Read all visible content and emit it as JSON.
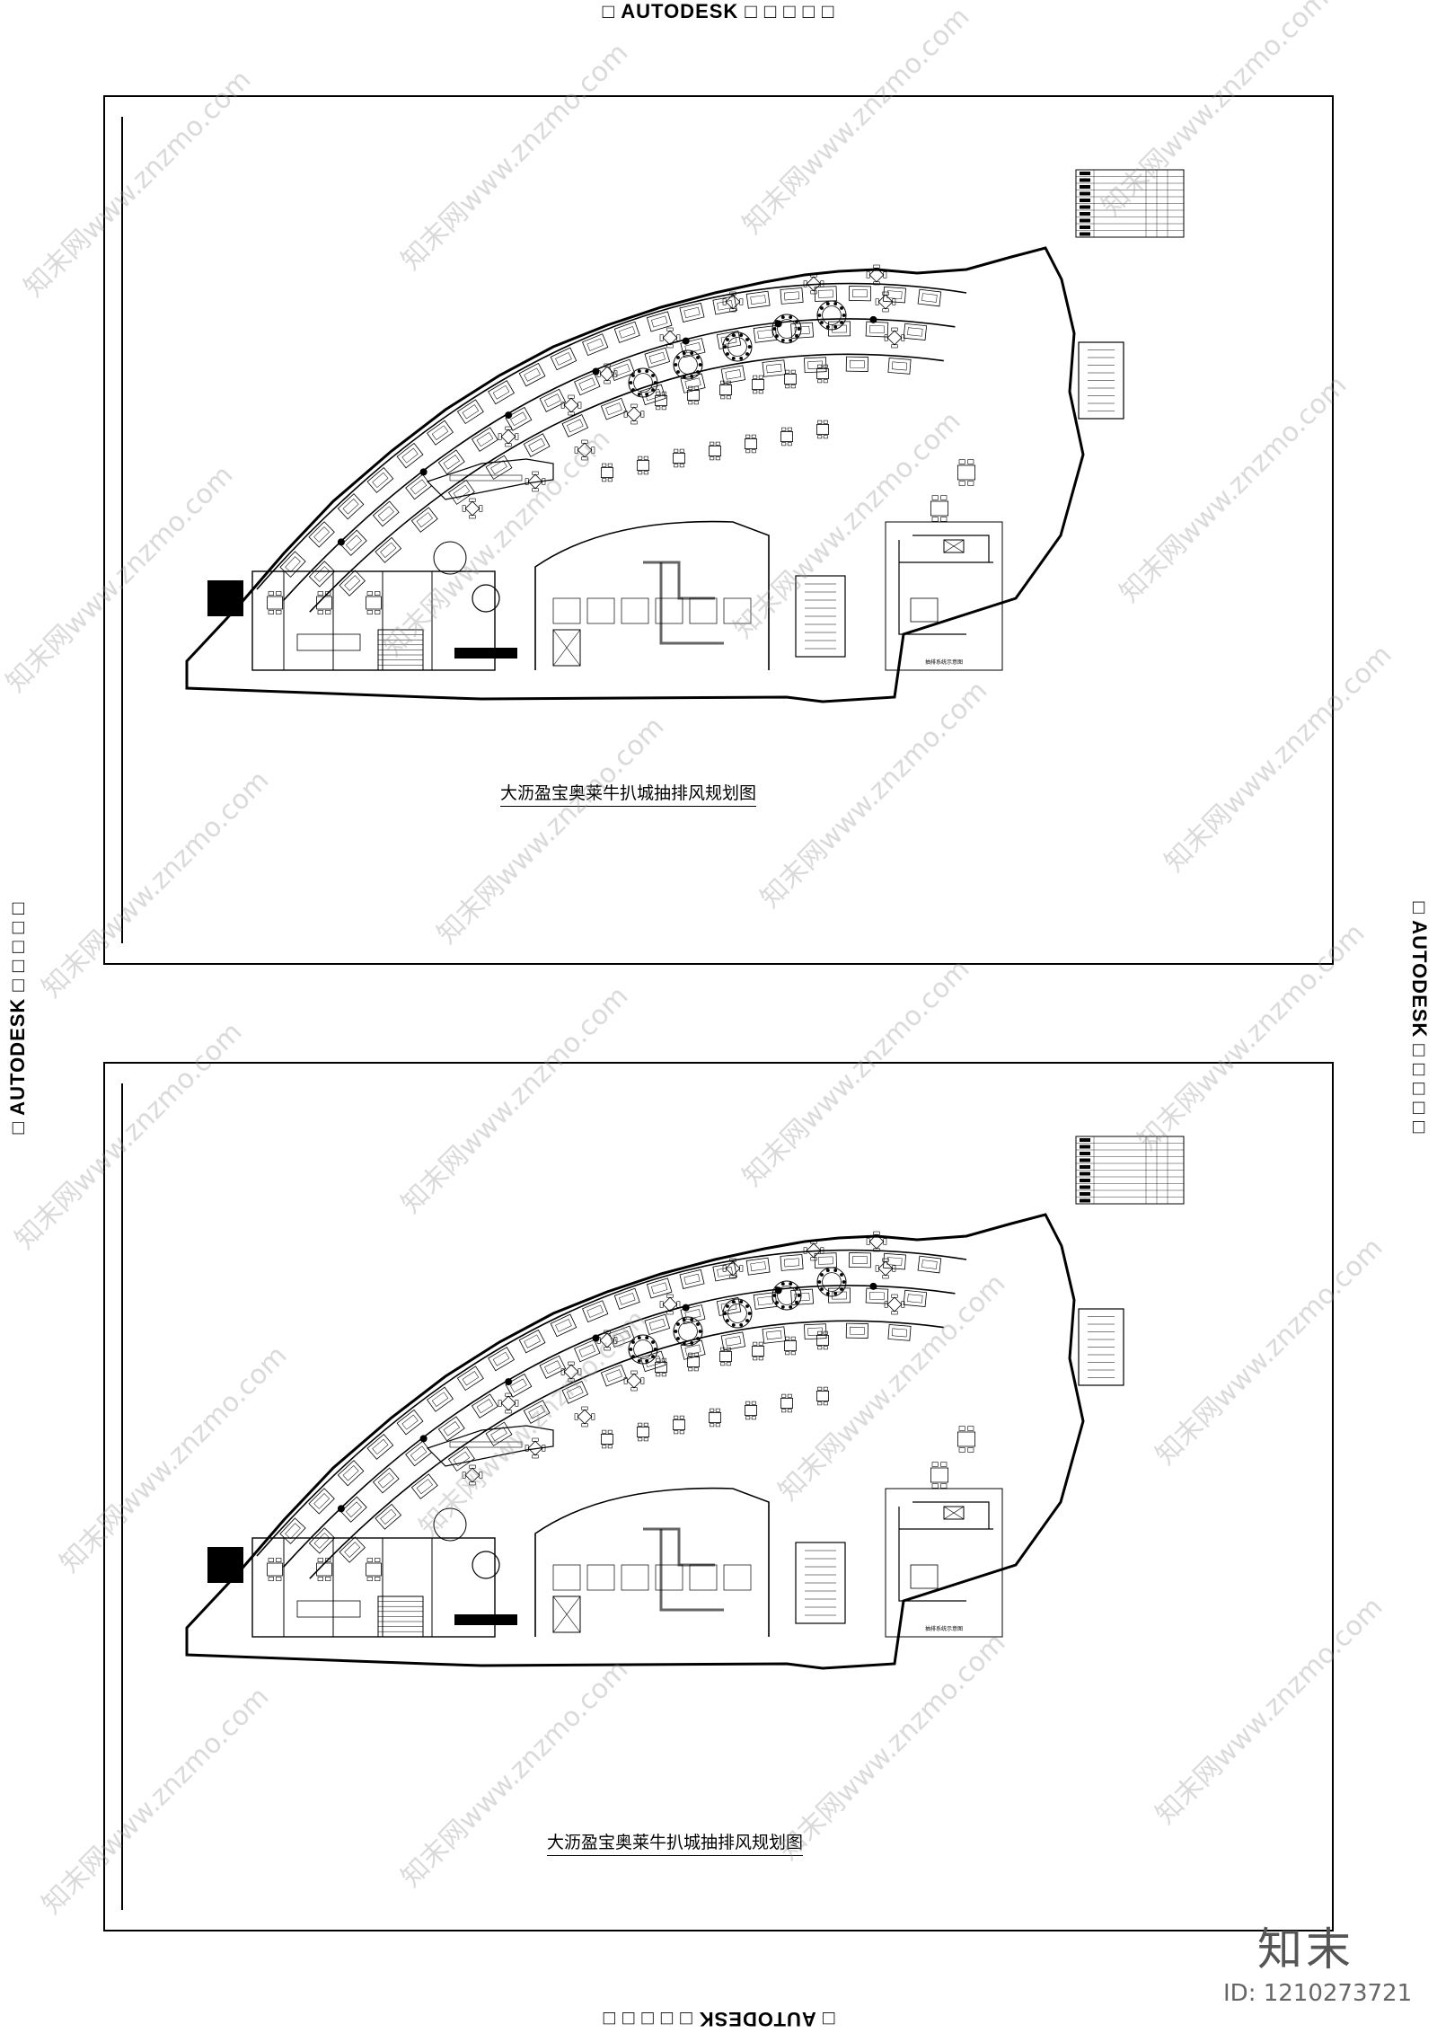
{
  "edges": {
    "top": "□ AUTODESK □ □ □ □ □",
    "bottom": "□ AUTODESK □ □ □ □ □",
    "left": "□ AUTODESK □ □ □ □ □",
    "right": "□ AUTODESK □ □ □ □ □"
  },
  "sheets": [
    {
      "title": "大沥盈宝奥莱牛扒城抽排风规划图",
      "detail_caption": "抽排系统示意图"
    },
    {
      "title": "大沥盈宝奥莱牛扒城抽排风规划图",
      "detail_caption": "抽排系统示意图"
    }
  ],
  "watermark_text": "知末网www.znzmo.com",
  "logo": "知末",
  "image_id": "ID: 1210273721"
}
